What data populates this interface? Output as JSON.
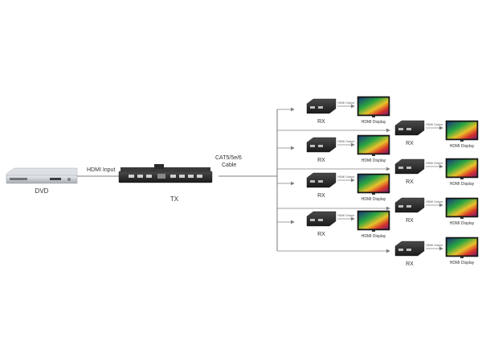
{
  "source": {
    "label": "DVD"
  },
  "input_label": "HDMI Input",
  "transmitter": {
    "label": "TX"
  },
  "cable_label": {
    "line1": "CAT5/5e/6",
    "line2": "Cable"
  },
  "receiver_label": "RX",
  "output_label": "HDMI Output",
  "display_label": "HDMI Display",
  "colors": {
    "line": "#555555",
    "arrow": "#808080",
    "device_body": "#2a2a2a",
    "dvd_body": "#c9cdd2"
  }
}
